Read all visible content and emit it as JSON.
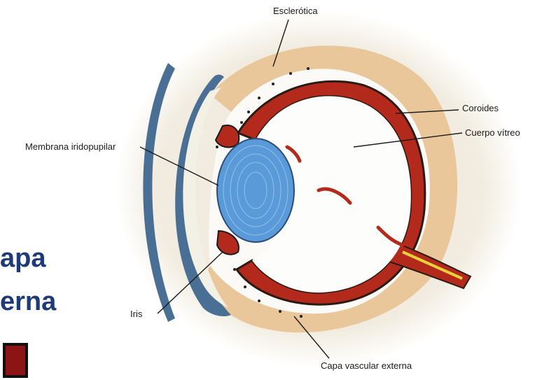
{
  "labels": {
    "esclerotica": "Esclerótica",
    "coroides": "Coroides",
    "cuerpo_vitreo": "Cuerpo vítreo",
    "membrana_iridopupilar": "Membrana iridopupilar",
    "iris": "Iris",
    "capa_vascular_externa": "Capa vascular externa"
  },
  "slide_text": {
    "line1": "apa",
    "line2": "erna"
  },
  "colors": {
    "sclera": "#e9c79a",
    "choroid": "#b32a1c",
    "lens": "#5a9ad8",
    "cornea": "#4a6f94",
    "title": "#1e3a78",
    "bullet": "#8b1414"
  }
}
